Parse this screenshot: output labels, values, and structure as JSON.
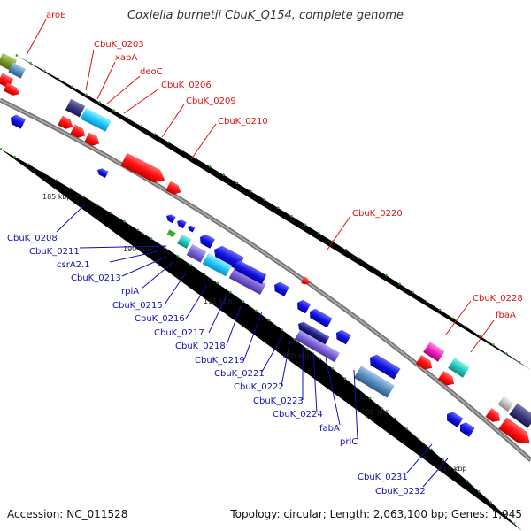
{
  "title": "Coxiella burnetii CbuK_Q154, complete genome",
  "footer": {
    "accession": "Accession: NC_011528",
    "summary": "Topology: circular; Length: 2,063,100 bp; Genes: 1,945"
  },
  "colors": {
    "forward_gene": "#ff1010",
    "reverse_gene": "#1414e0",
    "backbone": "#888888",
    "tick": "#2a9a2a",
    "label_forward": "#e01010",
    "label_reverse": "#1010b8"
  },
  "ticks": [
    "185 kbp",
    "190 kbp",
    "195 kbp",
    "200 kbp",
    "205 kbp",
    "210 kbp"
  ],
  "labels_forward": [
    "aroE",
    "CbuK_0203",
    "xapA",
    "deoC",
    "CbuK_0206",
    "CbuK_0209",
    "CbuK_0210",
    "CbuK_0220",
    "CbuK_0228",
    "fbaA"
  ],
  "labels_reverse": [
    "CbuK_0208",
    "CbuK_0211",
    "csrA2.1",
    "CbuK_0213",
    "rpiA",
    "CbuK_0215",
    "CbuK_0216",
    "CbuK_0217",
    "CbuK_0218",
    "CbuK_0219",
    "CbuK_0221",
    "CbuK_0222",
    "CbuK_0223",
    "CbuK_0224",
    "fabA",
    "prlC",
    "CbuK_0231",
    "CbuK_0232"
  ]
}
